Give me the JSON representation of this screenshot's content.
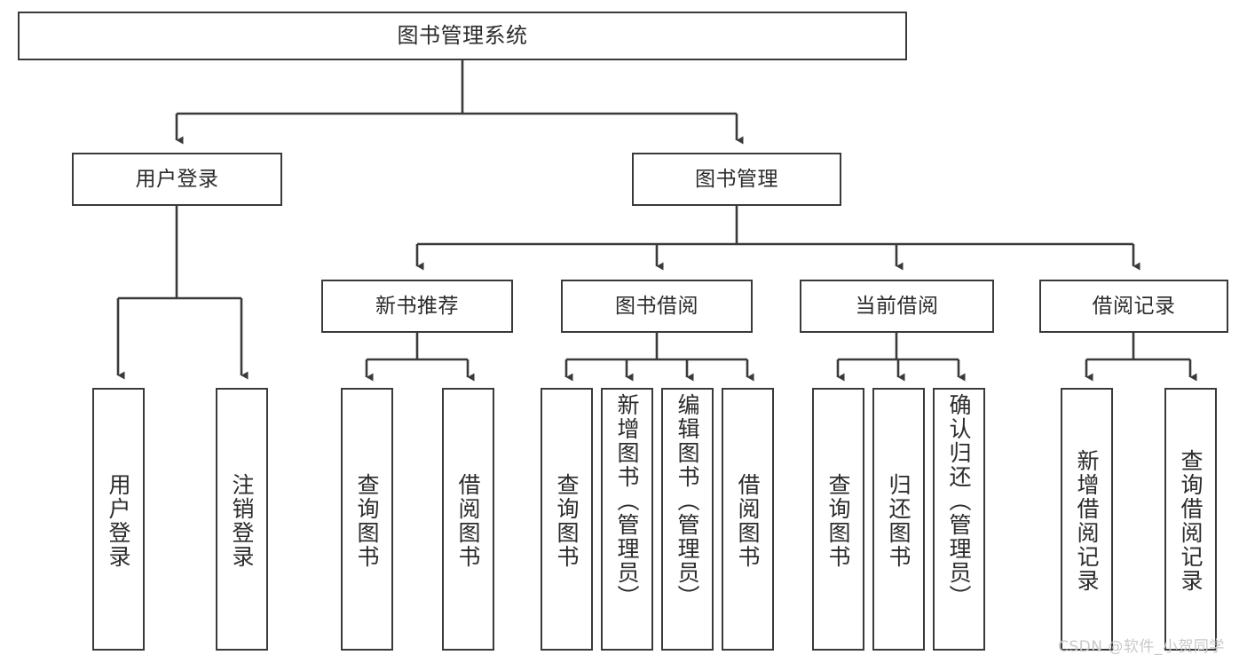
{
  "diagram": {
    "title": "图书管理系统",
    "type": "tree-hierarchy",
    "nodes": {
      "root": {
        "label": "图书管理系统"
      },
      "level2": [
        {
          "label": "用户登录"
        },
        {
          "label": "图书管理"
        }
      ],
      "level3": [
        {
          "label": "新书推荐"
        },
        {
          "label": "图书借阅"
        },
        {
          "label": "当前借阅"
        },
        {
          "label": "借阅记录"
        }
      ],
      "leaves": {
        "user_login": [
          {
            "label": "用户登录"
          },
          {
            "label": "注销登录"
          }
        ],
        "new_book_recommend": [
          {
            "label": "查询图书"
          },
          {
            "label": "借阅图书"
          }
        ],
        "book_borrow": [
          {
            "label": "查询图书"
          },
          {
            "label": "新增图书（管理员）"
          },
          {
            "label": "编辑图书（管理员）"
          },
          {
            "label": "借阅图书"
          }
        ],
        "current_borrow": [
          {
            "label": "查询图书"
          },
          {
            "label": "归还图书"
          },
          {
            "label": "确认归还（管理员）"
          }
        ],
        "borrow_record": [
          {
            "label": "新增借阅记录"
          },
          {
            "label": "查询借阅记录"
          }
        ]
      }
    },
    "colors": {
      "border": "#3a3a3a",
      "text": "#2b2b2b",
      "background": "#ffffff",
      "watermark": "#c9c9c9"
    }
  },
  "watermark": {
    "text": "CSDN @软件_小贺同学"
  }
}
